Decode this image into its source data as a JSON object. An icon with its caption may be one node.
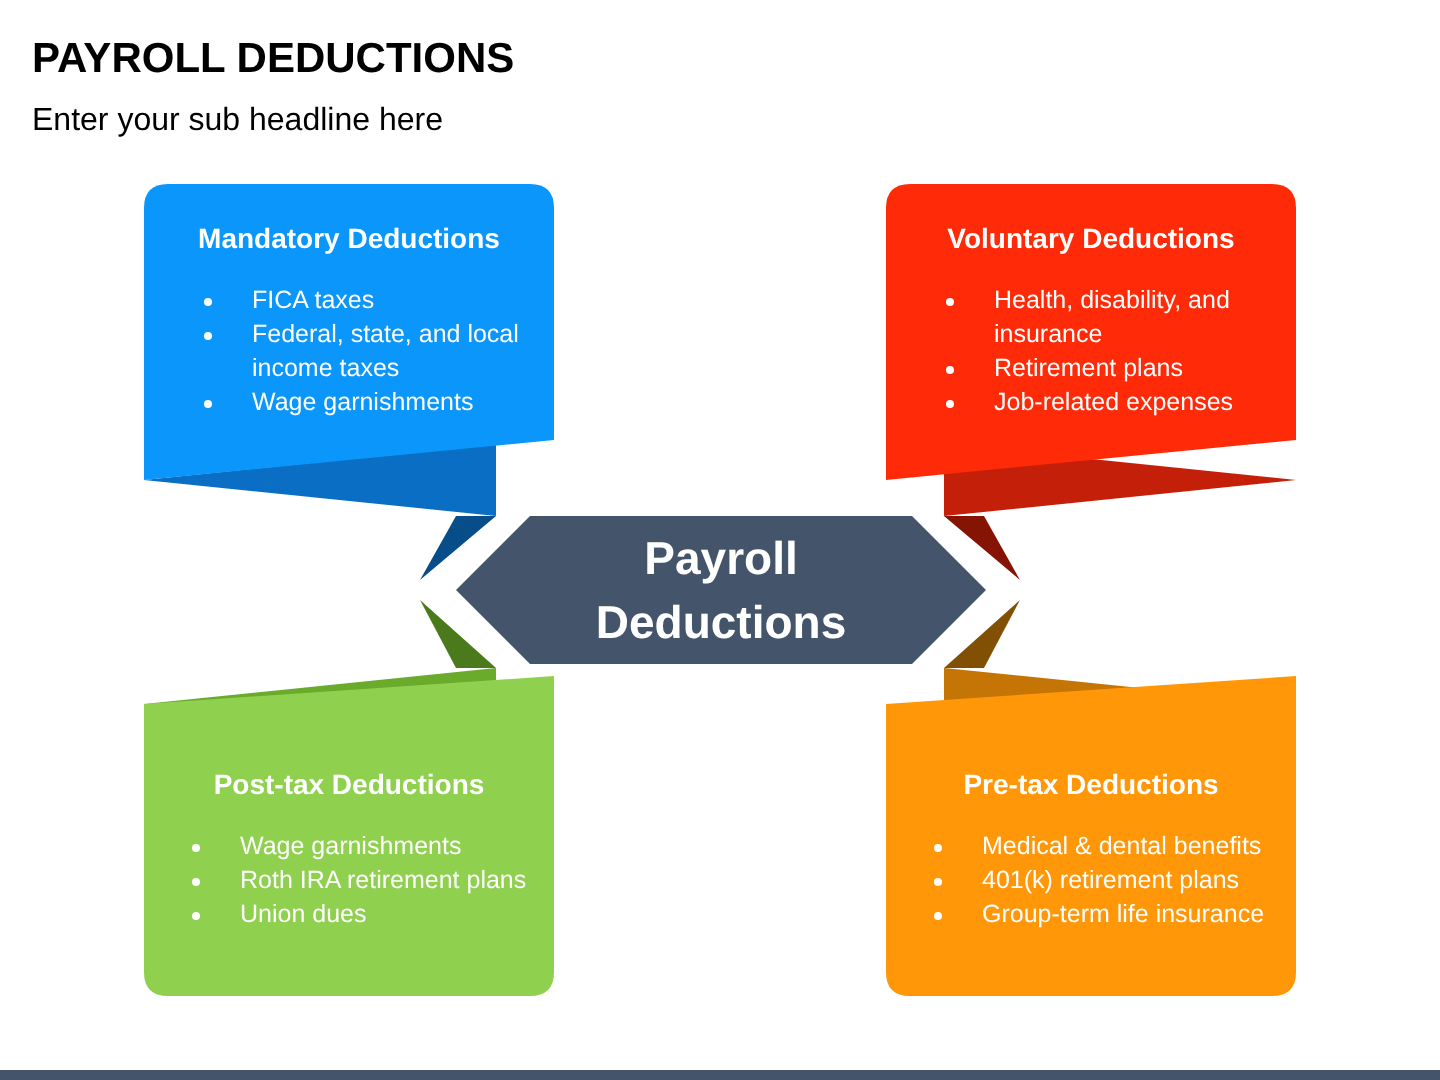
{
  "diagram": {
    "title": "PAYROLL DEDUCTIONS",
    "nodes": [
      {
        "text": [
          "Mandatory Deductions",
          "FICA taxes",
          "Federal, state, and local income taxes",
          "Wage garnishments"
        ]
      },
      {
        "text": [
          "Voluntary Deductions",
          "Health, disability, and insurance",
          "Retirement plans",
          "Job-related expenses"
        ]
      },
      {
        "text": [
          "Payroll Deductions"
        ]
      },
      {
        "text": [
          "Post-tax Deductions",
          "Wage garnishments",
          "Roth IRA retirement plans",
          "Union dues"
        ]
      },
      {
        "text": [
          "Pre-tax Deductions",
          "Medical & dental benefits",
          "401(k) retirement plans",
          "Group-term life insurance"
        ]
      }
    ],
    "labels": [
      "Enter your sub headline here"
    ]
  }
}
